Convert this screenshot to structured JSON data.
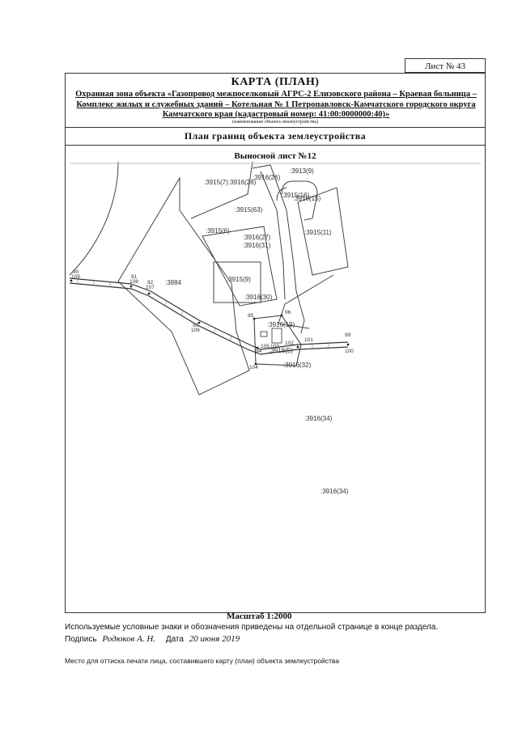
{
  "sheet_label": "Лист № 43",
  "header": {
    "title": "КАРТА (ПЛАН)",
    "object_name": "Охранная зона объекта «Газопровод межпоселковый АГРС-2 Елизовского района – Краевая больница – Комплекс жилых и служебных зданий – Котельная № 1 Петропавловск-Камчатского городского округа Камчатского края (кадастровый номер: 41:00:0000000:40)»",
    "object_caption": "(наименование объекта землеустройства)",
    "plan_title": "План границ объекта землеустройства",
    "sheet_subtitle": "Выносной лист №12"
  },
  "map": {
    "parcels": [
      ":3915(7)",
      ":3916(28)",
      ":3916(26)",
      ":3913(9)",
      ":3915(16)",
      ":3916(15)",
      ":3915(63)",
      ":3915(6)",
      ":3915(11)",
      ":3916(27)",
      ":3916(31)",
      ":3884",
      ":3915(9)",
      ":3916(30)",
      ":3916(19)",
      ":3916(5)",
      ":3916(32)",
      ":3916(34)",
      ":3916(34)"
    ],
    "points": [
      "90",
      "109",
      "91",
      "108",
      "92",
      "107",
      "93",
      "106",
      "95",
      "96",
      "94",
      "105",
      "103",
      "102",
      "101",
      "99",
      "100",
      "104"
    ]
  },
  "footer": {
    "scale": "Масштаб 1:2000",
    "legend_note": "Используемые условные знаки и обозначения приведены на отдельной странице в конце раздела.",
    "signature_label": "Подпись",
    "signature_name": "Родюков А. Н.",
    "date_label": "Дата",
    "date_value": "20 июня 2019",
    "stamp_note": "Место для оттиска печати лица, составившего карту (план) объекта землеустройства"
  }
}
